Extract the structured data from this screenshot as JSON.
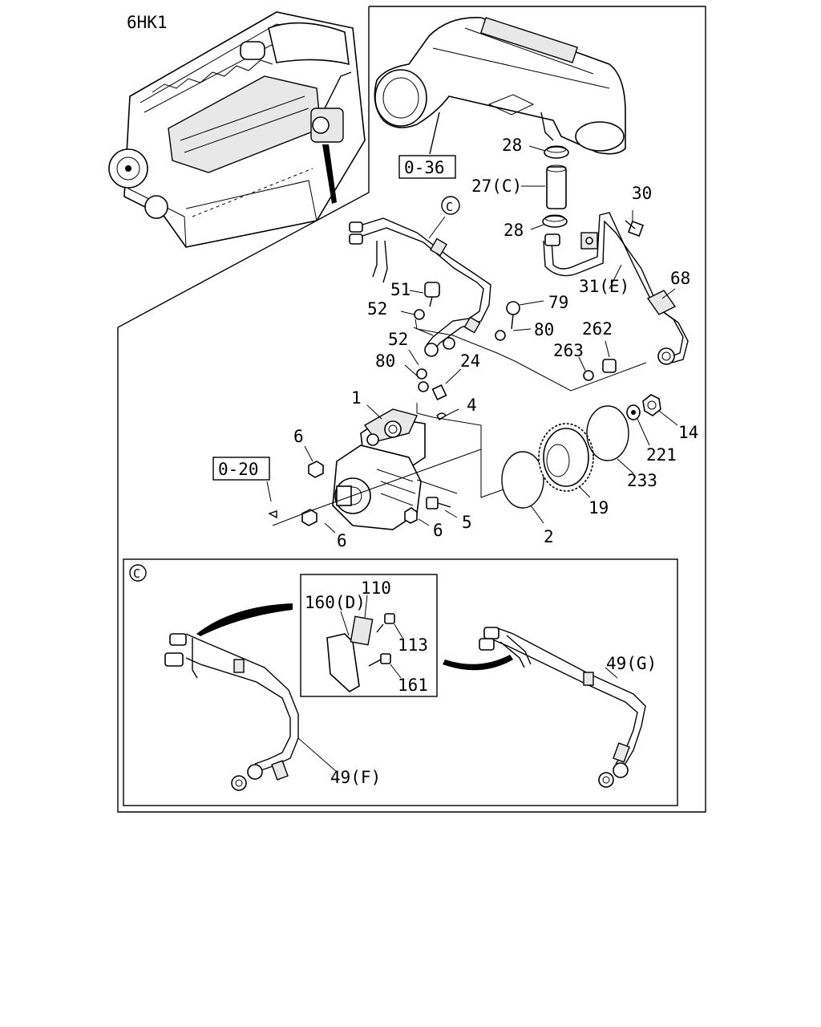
{
  "model": "6HK1",
  "refs": {
    "ref_036": "0-36",
    "ref_020": "0-20"
  },
  "callout_symbol": "C",
  "labels": {
    "l28a": "28",
    "l27c": "27(C)",
    "l30": "30",
    "l28b": "28",
    "l31e": "31(E)",
    "l68": "68",
    "l51": "51",
    "l79": "79",
    "l52a": "52",
    "l80a": "80",
    "l52b": "52",
    "l262": "262",
    "l263": "263",
    "l80b": "80",
    "l24": "24",
    "l1": "1",
    "l4": "4",
    "l14": "14",
    "l6a": "6",
    "l221": "221",
    "l233": "233",
    "l19": "19",
    "l5": "5",
    "l6b": "6",
    "l2": "2",
    "l6c": "6"
  },
  "detail_labels": {
    "l110": "110",
    "l160d": "160(D)",
    "l113": "113",
    "l161": "161",
    "l49g": "49(G)",
    "l49f": "49(F)"
  }
}
